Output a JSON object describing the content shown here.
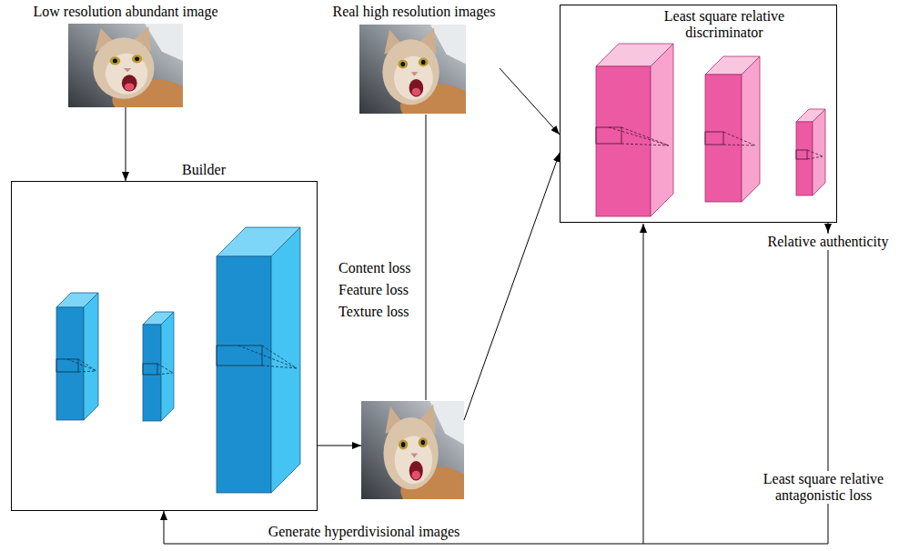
{
  "diagram": {
    "nodes": [
      {
        "text": [
          "Low resolution abundant image"
        ]
      },
      {
        "text": [
          "Real high resolution images"
        ]
      },
      {
        "text": [
          "Least square relative discriminator"
        ]
      },
      {
        "text": []
      },
      {
        "text": []
      }
    ],
    "edges": [
      {
        "from": 0,
        "to": 3,
        "arrow": "to",
        "label": "Builder"
      },
      {
        "from": 3,
        "to": 4,
        "arrow": "to"
      },
      {
        "from": 1,
        "to": 2,
        "arrow": "to"
      },
      {
        "from": 4,
        "to": 2,
        "arrow": "to"
      },
      {
        "from": 4,
        "to": 1,
        "arrow": "none",
        "label": "Content loss Feature loss Texture loss"
      },
      {
        "from": 2,
        "to": 3,
        "arrow": "to",
        "label": "Generate hyperdivisional images"
      }
    ],
    "labels": [
      "Relative authenticity",
      "Least square relative antagonistic loss"
    ]
  }
}
